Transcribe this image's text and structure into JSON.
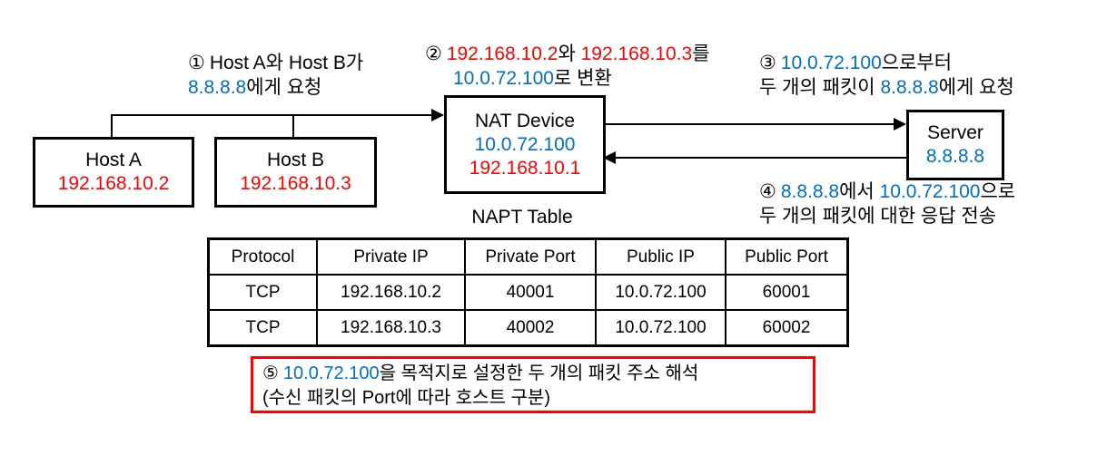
{
  "colors": {
    "accent_blue": "#0070C0",
    "accent_red": "#FF0000",
    "line": "#000000"
  },
  "nodes": {
    "host_a": {
      "title": "Host A",
      "ip": "192.168.10.2"
    },
    "host_b": {
      "title": "Host B",
      "ip": "192.168.10.3"
    },
    "nat": {
      "title": "NAT Device",
      "public_ip": "10.0.72.100",
      "private_ip": "192.168.10.1"
    },
    "server": {
      "title": "Server",
      "ip": "8.8.8.8"
    }
  },
  "annotations": {
    "a1": {
      "num": "①",
      "l1": "Host A와 Host B가",
      "l2_ip": "8.8.8.8",
      "l2_rest": "에게 요청"
    },
    "a2": {
      "num": "②",
      "l1_ip1": "192.168.10.2",
      "l1_mid": "와 ",
      "l1_ip2": "192.168.10.3",
      "l1_end": "를",
      "l2_ip": "10.0.72.100",
      "l2_rest": "로 변환"
    },
    "a3": {
      "num": "③",
      "l1_ip": "10.0.72.100",
      "l1_rest": "으로부터",
      "l2_pre": "두 개의 패킷이 ",
      "l2_ip": "8.8.8.8",
      "l2_rest": "에게 요청"
    },
    "a4": {
      "num": "④",
      "l1_ip1": "8.8.8.8",
      "l1_mid": "에서 ",
      "l1_ip2": "10.0.72.100",
      "l1_end": "으로",
      "l2": "두 개의 패킷에 대한 응답 전송"
    },
    "a5": {
      "num": "⑤",
      "l1_ip": "10.0.72.100",
      "l1_rest": "을 목적지로 설정한 두 개의 패킷 주소 해석",
      "l2": "(수신 패킷의 Port에 따라 호스트 구분)"
    }
  },
  "table": {
    "title": "NAPT Table",
    "headers": [
      "Protocol",
      "Private IP",
      "Private Port",
      "Public IP",
      "Public Port"
    ],
    "rows": [
      [
        "TCP",
        "192.168.10.2",
        "40001",
        "10.0.72.100",
        "60001"
      ],
      [
        "TCP",
        "192.168.10.3",
        "40002",
        "10.0.72.100",
        "60002"
      ]
    ]
  }
}
